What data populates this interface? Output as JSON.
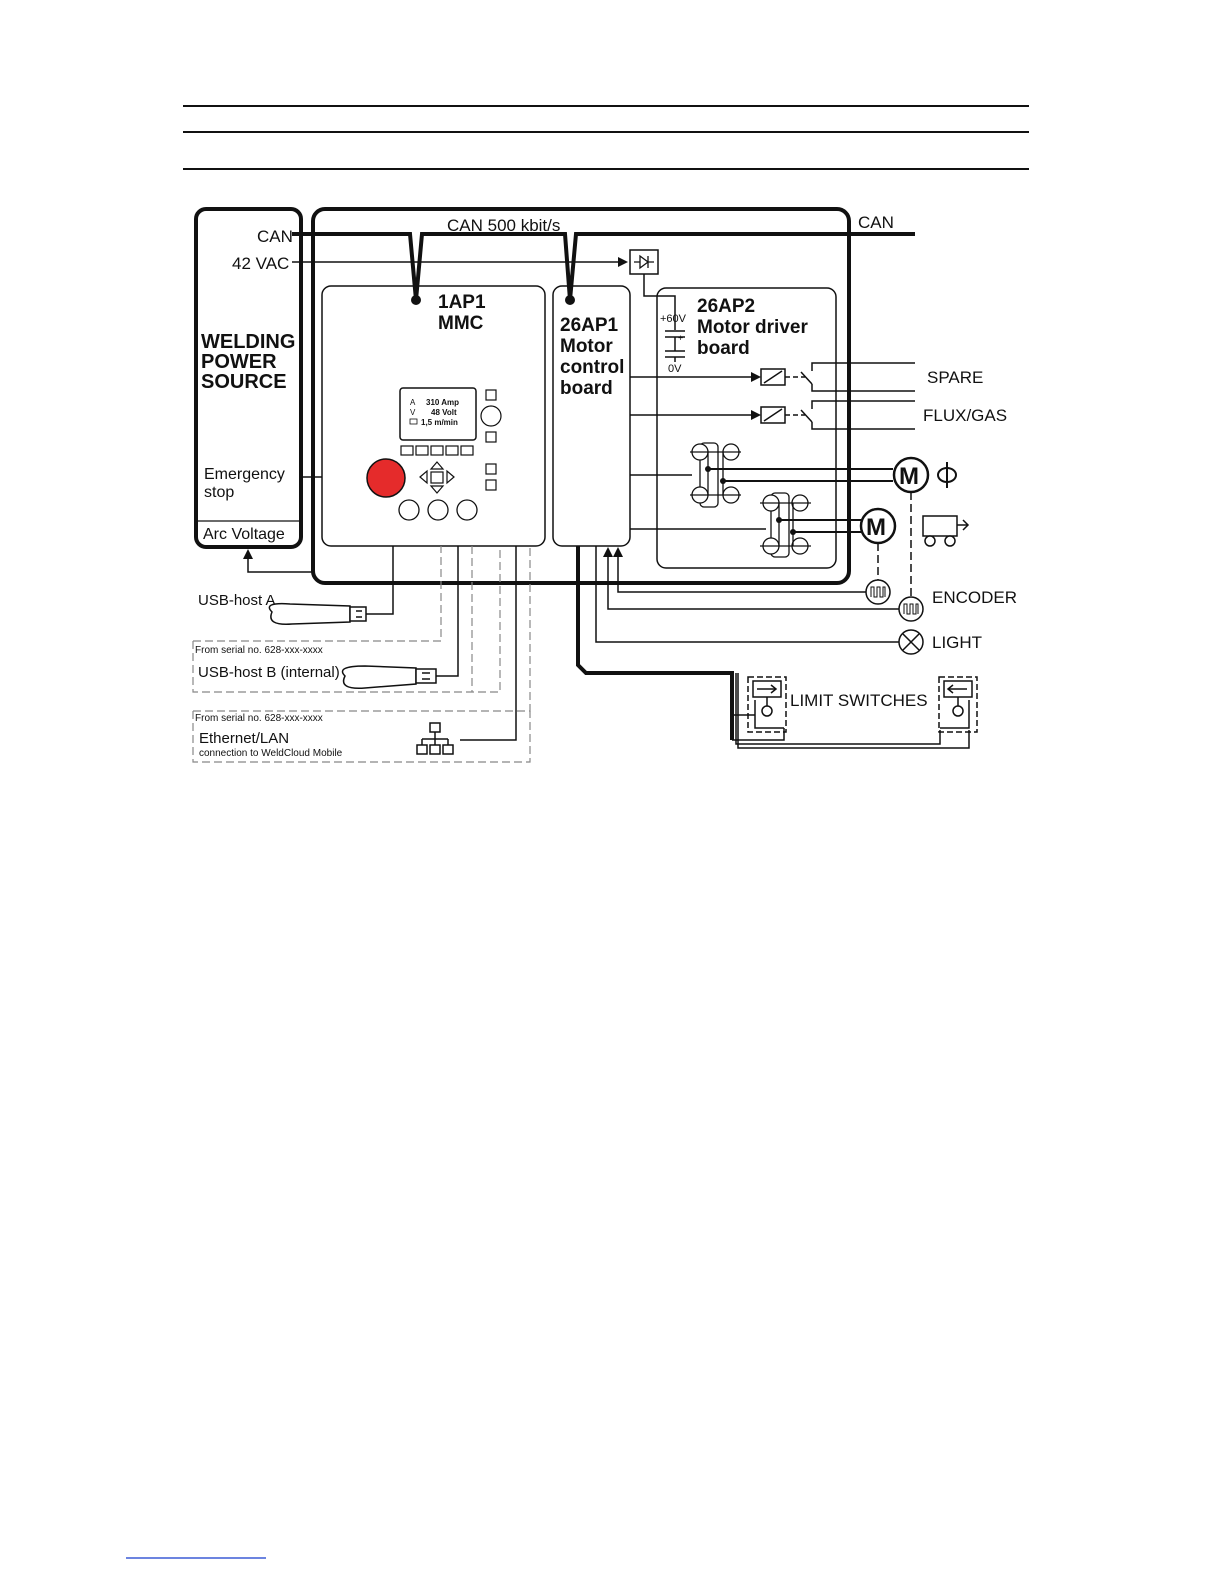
{
  "labels": {
    "can_left": "CAN",
    "vac": "42 VAC",
    "can_bus": "CAN 500 kbit/s",
    "can_right": "CAN",
    "wps_1": "WELDING",
    "wps_2": "POWER",
    "wps_3": "SOURCE",
    "estop_1": "Emergency",
    "estop_2": "stop",
    "arc_voltage": "Arc Voltage",
    "ap1_1": "1AP1",
    "ap1_2": "MMC",
    "mcb_1": "26AP1",
    "mcb_2": "Motor",
    "mcb_3": "control",
    "mcb_4": "board",
    "mdb_1": "26AP2",
    "mdb_2": "Motor driver",
    "mdb_3": "board",
    "v60": "+60V",
    "v0": "0V",
    "spare": "SPARE",
    "fluxgas": "FLUX/GAS",
    "encoder": "ENCODER",
    "light": "LIGHT",
    "limit": "LIMIT SWITCHES",
    "usb_a": "USB-host A",
    "serial_1": "From serial no. 628-xxx-xxxx",
    "usb_b": "USB-host B (internal)",
    "serial_2": "From serial no. 628-xxx-xxxx",
    "eth_1": "Ethernet/LAN",
    "eth_2": "connection to WeldCloud Mobile",
    "display_a": "A",
    "display_a_val": "310 Amp",
    "display_v": "V",
    "display_v_val": "48 Volt",
    "display_w_val": "1,5 m/min"
  },
  "colors": {
    "estop": "#e52b2b",
    "line": "#111111"
  },
  "icons": [
    "diode-icon",
    "relay-icon",
    "switch-icon",
    "transistor-bridge-icon",
    "motor-icon",
    "phi-icon",
    "tractor-icon",
    "encoder-icon",
    "lamp-icon",
    "limit-switch-icon",
    "usb-stick-icon",
    "network-icon",
    "arrow-pad-icon"
  ]
}
